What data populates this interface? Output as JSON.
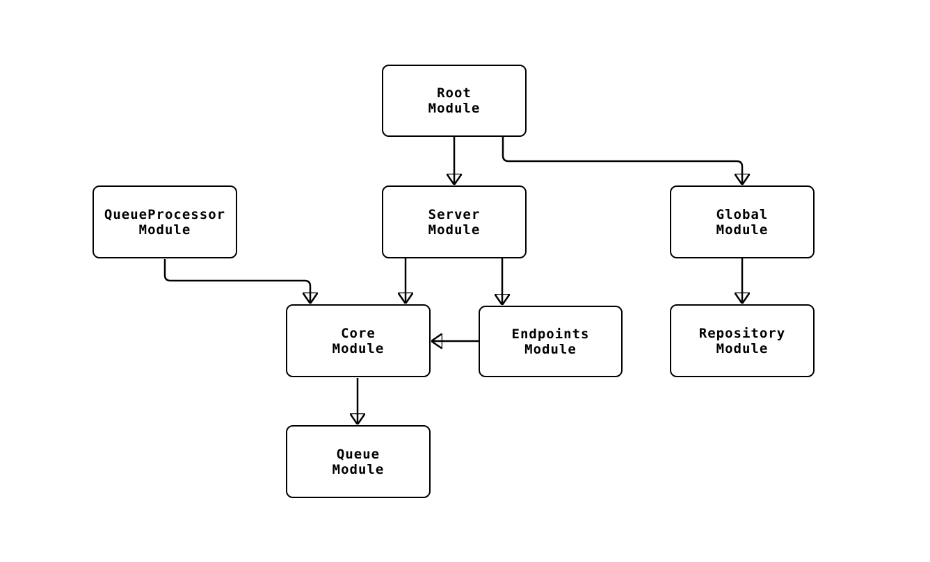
{
  "diagram": {
    "type": "module-dependency-flowchart",
    "background_color": "#ffffff",
    "node_fill_color": "#ffffff",
    "node_border_color": "#000000",
    "edge_color": "#000000",
    "text_color": "#000000",
    "nodes": [
      {
        "id": "root",
        "label": "Root\nModule"
      },
      {
        "id": "queueprocessor",
        "label": "QueueProcessor\nModule"
      },
      {
        "id": "server",
        "label": "Server\nModule"
      },
      {
        "id": "global",
        "label": "Global\nModule"
      },
      {
        "id": "core",
        "label": "Core\nModule"
      },
      {
        "id": "endpoints",
        "label": "Endpoints\nModule"
      },
      {
        "id": "repository",
        "label": "Repository\nModule"
      },
      {
        "id": "queue",
        "label": "Queue\nModule"
      }
    ],
    "edges": [
      {
        "from": "Root Module",
        "to": "Server Module"
      },
      {
        "from": "Root Module",
        "to": "Global Module"
      },
      {
        "from": "QueueProcessor Module",
        "to": "Core Module"
      },
      {
        "from": "Server Module",
        "to": "Core Module"
      },
      {
        "from": "Server Module",
        "to": "Endpoints Module"
      },
      {
        "from": "Endpoints Module",
        "to": "Core Module"
      },
      {
        "from": "Global Module",
        "to": "Repository Module"
      },
      {
        "from": "Core Module",
        "to": "Queue Module"
      }
    ]
  }
}
